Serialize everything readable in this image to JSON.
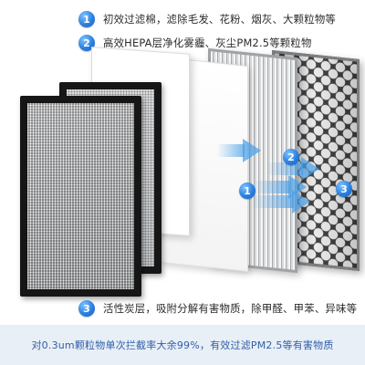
{
  "features": [
    {
      "number": "1",
      "text": "初效过滤棉，滤除毛发、花粉、烟灰、大颗粒物等"
    },
    {
      "number": "2",
      "text": "高效HEPA层净化雾霾、灰尘PM2.5等颗粒物"
    },
    {
      "number": "3",
      "text": "活性炭层，吸附分解有害物质，除甲醛、甲苯、异味等"
    }
  ],
  "flow_markers": [
    "1",
    "2",
    "3"
  ],
  "banner": {
    "text": "对0.3um颗粒物单次拦截率大余99%，有效过滤PM2.5等有害物质"
  },
  "colors": {
    "badge": "#2b7fe0",
    "banner_bg": "#e9eff6",
    "banner_text": "#2f5fa8",
    "arrow": "#4aa0e8"
  }
}
